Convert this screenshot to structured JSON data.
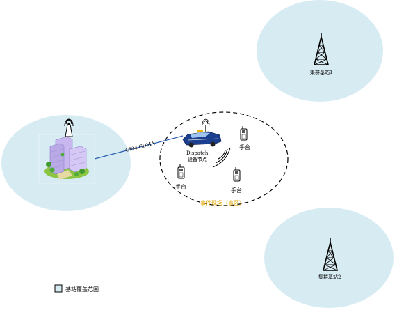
{
  "colors": {
    "coverage_fill": "#d7ebf3",
    "link_line": "#2a5db0",
    "dashed_border": "#000000",
    "event_label": "#e3a600",
    "building": "#b9a9e5",
    "car_body": "#1d3f8f"
  },
  "stations": {
    "station1_label": "集群基站1",
    "station2_label": "集群基站2"
  },
  "link": {
    "label": "GSM/CDMA"
  },
  "event_zone": {
    "label": "事件现场（盲区）",
    "dispatch_line1": "Dispatch",
    "dispatch_line2": "设备节点",
    "handset_top_right": "手台",
    "handset_left": "手台",
    "handset_bottom": "手台"
  },
  "legend": {
    "label": "基站覆盖范围"
  },
  "icons": {
    "tower": "radio-tower-icon",
    "building": "office-building-icon",
    "car": "dispatch-vehicle-icon",
    "handset": "handset-radio-icon",
    "signal": "signal-waves-icon"
  }
}
